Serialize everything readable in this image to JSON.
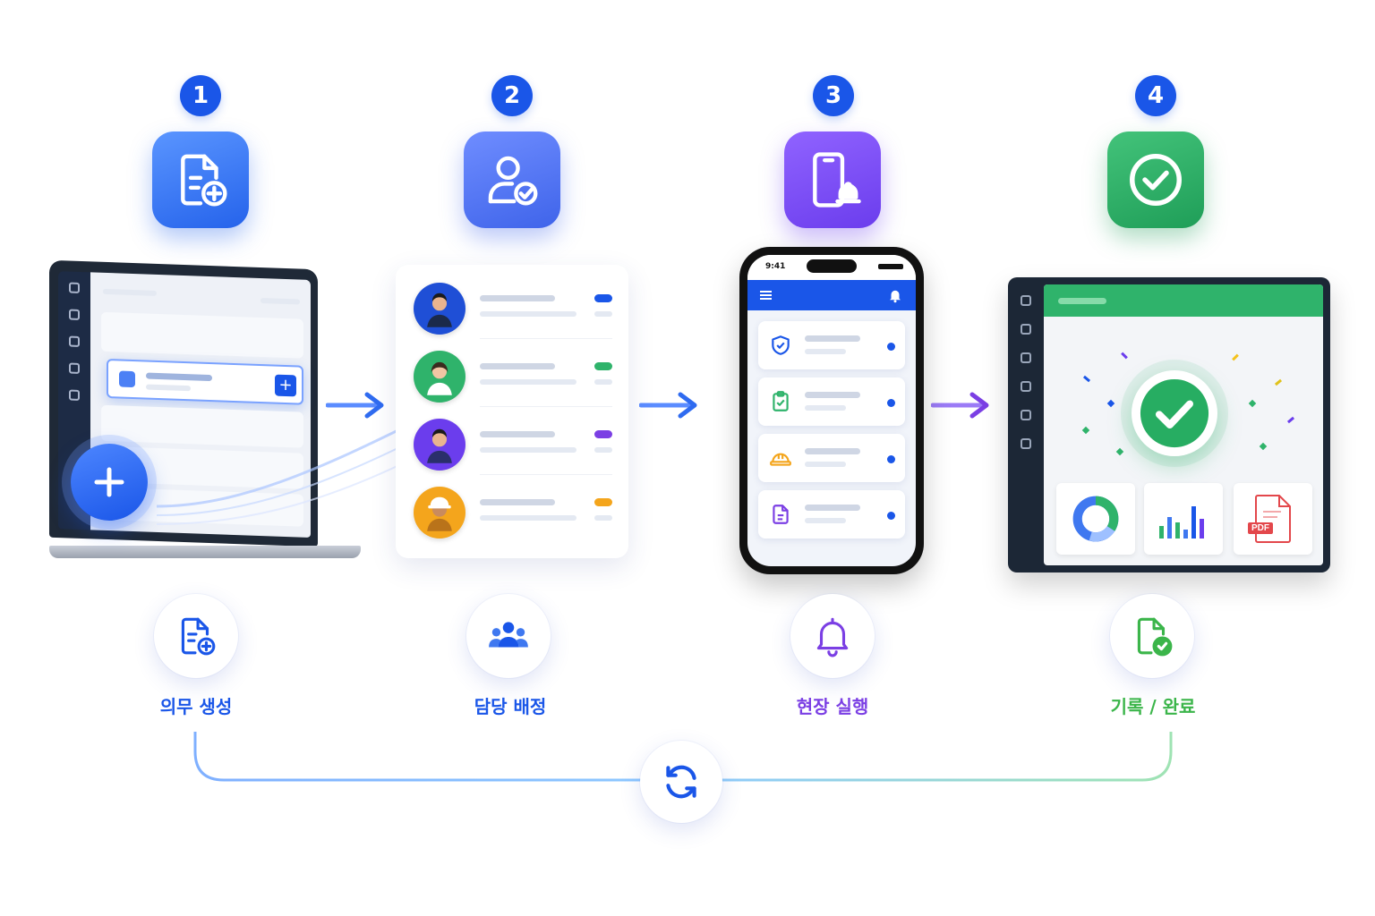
{
  "steps": [
    {
      "number": "1",
      "label": "의무 생성",
      "color": "#1a56e8",
      "icon": "document-add-icon"
    },
    {
      "number": "2",
      "label": "담당 배정",
      "color": "#1a56e8",
      "icon": "user-check-icon"
    },
    {
      "number": "3",
      "label": "현장 실행",
      "color": "#7b3fe4",
      "icon": "phone-bell-icon"
    },
    {
      "number": "4",
      "label": "기록 / 완료",
      "color": "#3bb54a",
      "icon": "check-circle-icon"
    }
  ],
  "phone": {
    "time": "9:41"
  },
  "report": {
    "pdf_label": "PDF"
  },
  "colors": {
    "blue": "#1a56e8",
    "purple": "#7b3fe4",
    "green": "#2fb36b",
    "amber": "#f4a51c"
  },
  "cycle_icon": "refresh-icon"
}
